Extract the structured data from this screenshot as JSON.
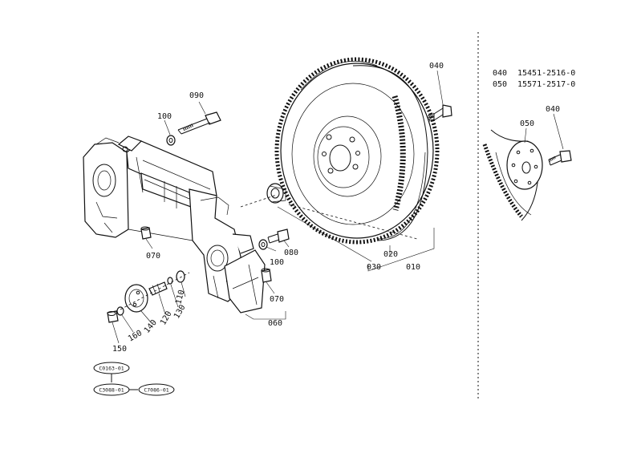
{
  "callouts": {
    "c010": "010",
    "c020": "020",
    "c030": "030",
    "c040": "040",
    "c060": "060",
    "c070a": "070",
    "c070b": "070",
    "c080": "080",
    "c090": "090",
    "c100a": "100",
    "c100b": "100",
    "c110": "110",
    "c120": "120",
    "c130": "130",
    "c140": "140",
    "c150": "150",
    "c160": "160"
  },
  "detail": {
    "c040": "040",
    "c050": "050"
  },
  "parts_table": [
    {
      "ref": "040",
      "part_no": "15451-2516-0"
    },
    {
      "ref": "050",
      "part_no": "15571-2517-0"
    }
  ],
  "codes": {
    "top": "C0163-01",
    "bottom_left": "C3088-01",
    "bottom_right": "C7086-01"
  }
}
